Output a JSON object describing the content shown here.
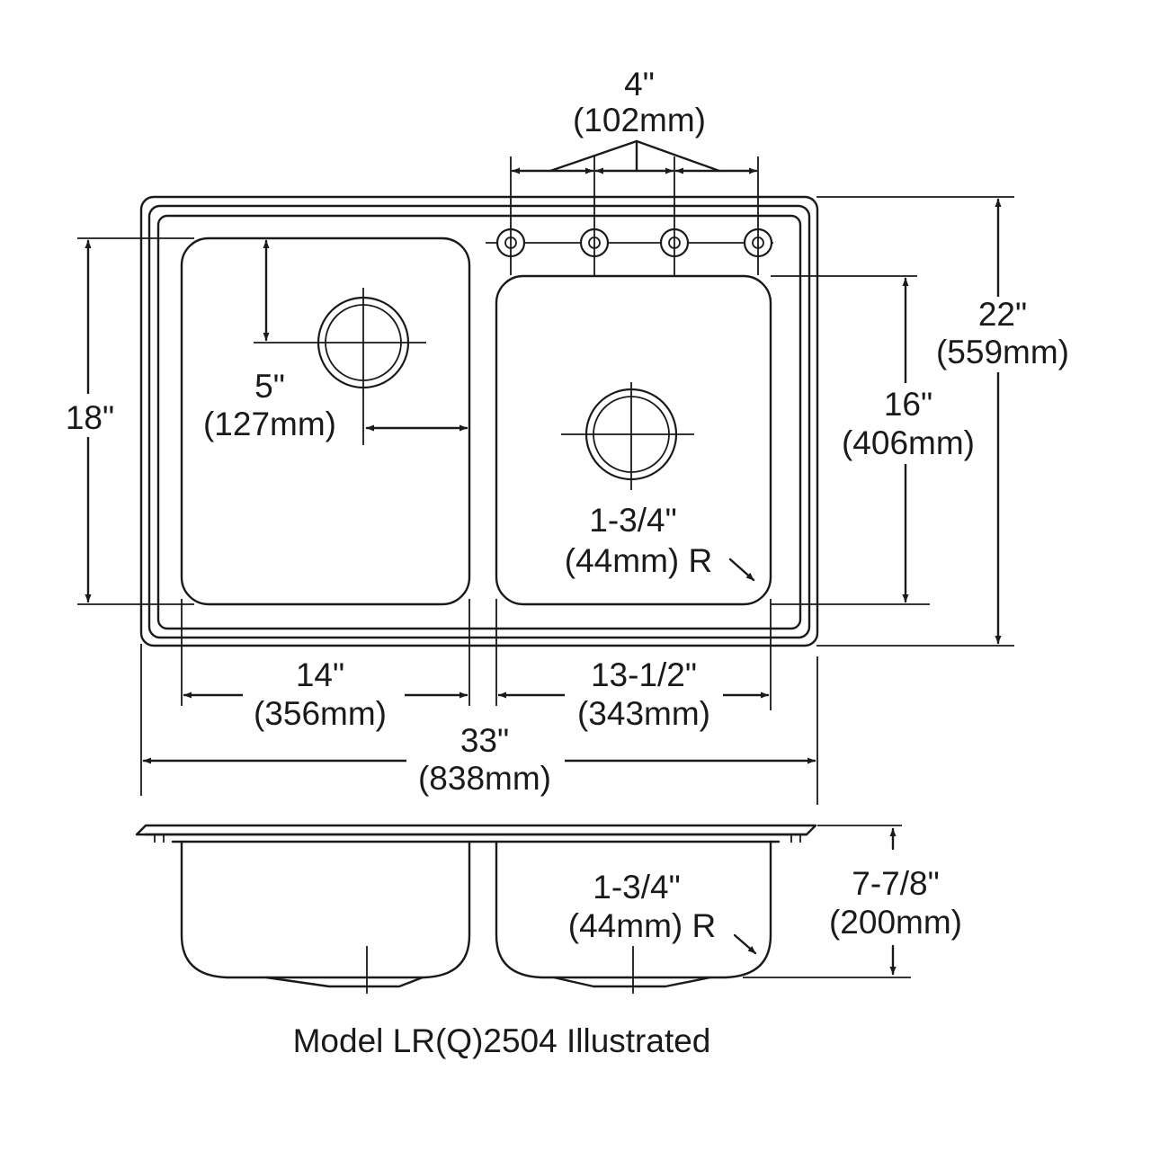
{
  "dimensions": {
    "faucet_spacing": {
      "imperial": "4\"",
      "metric": "(102mm)"
    },
    "overall_depth": {
      "imperial": "22\"",
      "metric": "(559mm)"
    },
    "left_bowl_length": {
      "imperial": "18\""
    },
    "right_bowl_length": {
      "imperial": "16\"",
      "metric": "(406mm)"
    },
    "drain_offset": {
      "imperial": "5\"",
      "metric": "(127mm)"
    },
    "corner_radius_top": {
      "imperial": "1-3/4\"",
      "metric": "(44mm) R"
    },
    "left_bowl_width": {
      "imperial": "14\"",
      "metric": "(356mm)"
    },
    "right_bowl_width": {
      "imperial": "13-1/2\"",
      "metric": "(343mm)"
    },
    "overall_width": {
      "imperial": "33\"",
      "metric": "(838mm)"
    },
    "corner_radius_side": {
      "imperial": "1-3/4\"",
      "metric": "(44mm) R"
    },
    "bowl_depth": {
      "imperial": "7-7/8\"",
      "metric": "(200mm)"
    }
  },
  "caption": "Model LR(Q)2504 Illustrated"
}
